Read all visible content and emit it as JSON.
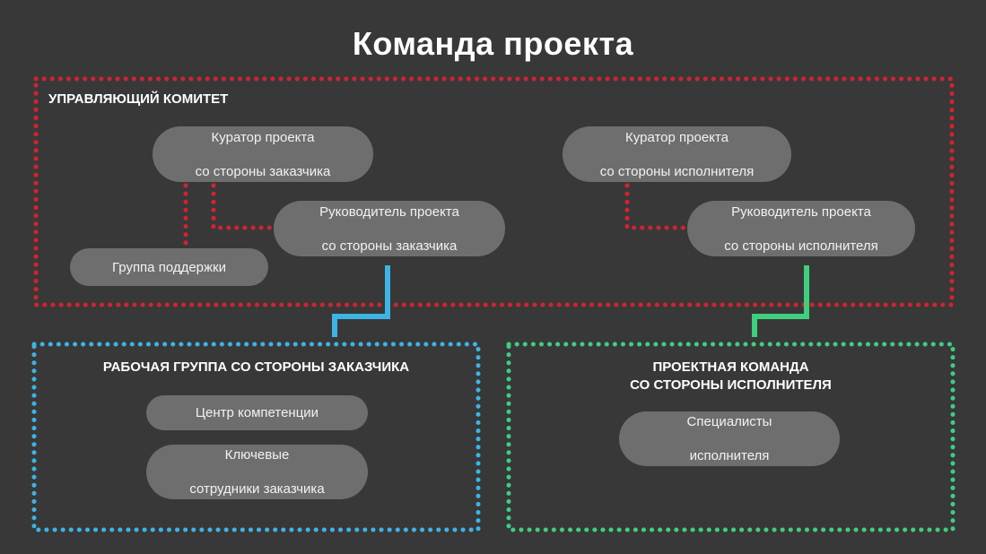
{
  "title": "Команда проекта",
  "colors": {
    "background": "#383838",
    "node": "#6e6e6e",
    "steering": "#d2232f",
    "client_group": "#3db4e5",
    "contractor_group": "#3fcf7e"
  },
  "groups": {
    "steering": {
      "label": "УПРАВЛЯЮЩИЙ  КОМИТЕТ"
    },
    "client": {
      "label": "РАБОЧАЯ ГРУППА СО СТОРОНЫ ЗАКАЗЧИКА"
    },
    "contractor": {
      "label_line1": "ПРОЕКТНАЯ КОМАНДА",
      "label_line2": "СО СТОРОНЫ ИСПОЛНИТЕЛЯ"
    }
  },
  "nodes": {
    "client_curator": {
      "line1": "Куратор проекта",
      "line2": "со стороны заказчика"
    },
    "contractor_curator": {
      "line1": "Куратор проекта",
      "line2": "со стороны исполнителя"
    },
    "client_manager": {
      "line1": "Руководитель проекта",
      "line2": "со стороны заказчика"
    },
    "contractor_manager": {
      "line1": "Руководитель проекта",
      "line2": "со стороны исполнителя"
    },
    "support_group": {
      "line1": "Группа поддержки"
    },
    "competence_center": {
      "line1": "Центр компетенции"
    },
    "key_employees": {
      "line1": "Ключевые",
      "line2": "сотрудники заказчика"
    },
    "specialists": {
      "line1": "Специалисты",
      "line2": "исполнителя"
    }
  }
}
